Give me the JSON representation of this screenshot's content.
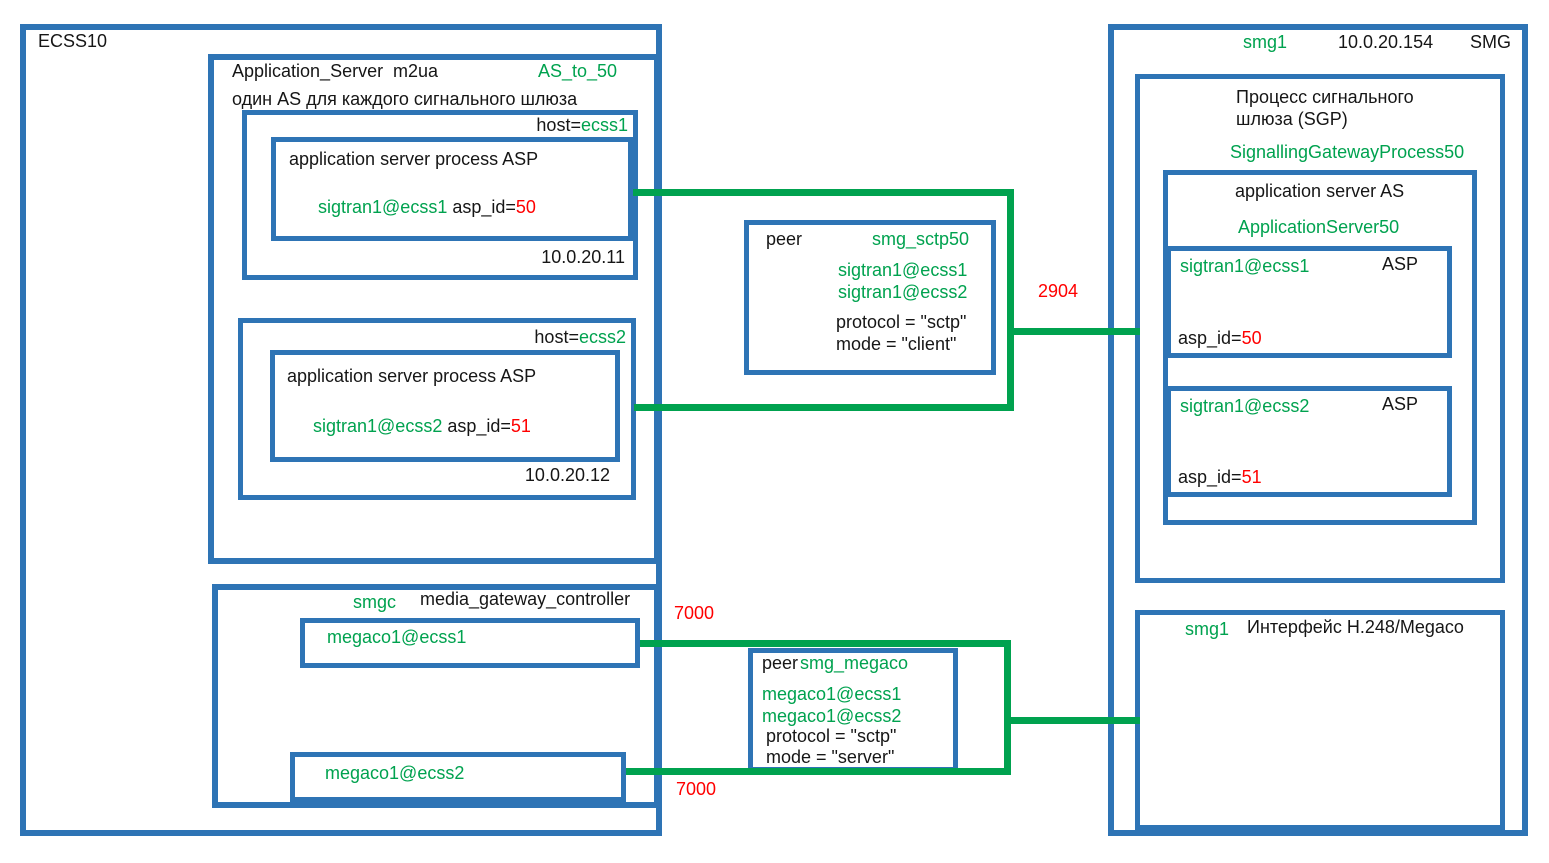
{
  "colors": {
    "blue": "#2e74b5",
    "green": "#00a24f",
    "red": "#ff0000"
  },
  "ecss10": {
    "title": "ECSS10",
    "app_server": {
      "name": "Application_Server",
      "protocol": "m2ua",
      "link_name": "AS_to_50",
      "note": "один AS для каждого сигнального шлюза",
      "hosts": [
        {
          "host_label": "host=",
          "host_value": "ecss1",
          "asp_title": "application server process ASP",
          "endpoint": "sigtran1@ecss1",
          "asp_id_label": " asp_id=",
          "asp_id_value": "50",
          "ip": "10.0.20.11"
        },
        {
          "host_label": "host=",
          "host_value": "ecss2",
          "asp_title": "application server process ASP",
          "endpoint": "sigtran1@ecss2",
          "asp_id_label": " asp_id=",
          "asp_id_value": "51",
          "ip": "10.0.20.12"
        }
      ]
    },
    "media_gateway_controller": {
      "name": "smgc",
      "title": "media_gateway_controller",
      "interfaces": [
        "megaco1@ecss1",
        "megaco1@ecss2"
      ]
    }
  },
  "peer_sctp": {
    "label": "peer",
    "name": "smg_sctp50",
    "endpoints": [
      "sigtran1@ecss1",
      "sigtran1@ecss2"
    ],
    "protocol": "protocol = \"sctp\"",
    "mode": "mode = \"client\""
  },
  "peer_megaco": {
    "label": "peer",
    "name": "smg_megaco",
    "endpoints": [
      "megaco1@ecss1",
      "megaco1@ecss2"
    ],
    "protocol": "protocol = \"sctp\"",
    "mode": "mode = \"server\""
  },
  "ports": {
    "sctp": "2904",
    "megaco_top": "7000",
    "megaco_bottom": "7000"
  },
  "smg": {
    "name": "smg1",
    "ip": "10.0.20.154",
    "label": "SMG",
    "sgp": {
      "title_line1": "Процесс сигнального",
      "title_line2": "шлюза (SGP)",
      "name": "SignallingGatewayProcess50",
      "app_server": {
        "title": "application server AS",
        "name": "ApplicationServer50",
        "asps": [
          {
            "endpoint": "sigtran1@ecss1",
            "role": "ASP",
            "asp_id_label": "asp_id=",
            "asp_id_value": "50"
          },
          {
            "endpoint": "sigtran1@ecss2",
            "role": "ASP",
            "asp_id_label": "asp_id=",
            "asp_id_value": "51"
          }
        ]
      }
    },
    "megaco_interface": {
      "name": "smg1",
      "title": "Интерфейс H.248/Megaco"
    }
  }
}
